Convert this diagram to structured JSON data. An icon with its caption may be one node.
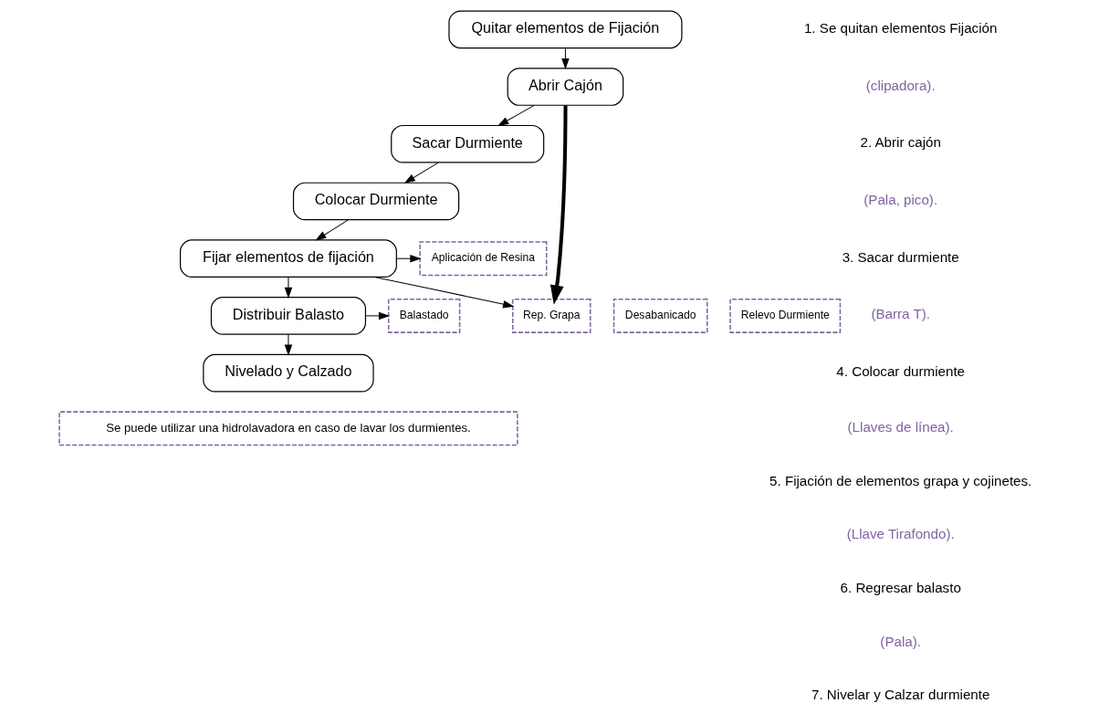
{
  "diagram": {
    "nodes": [
      {
        "text": [
          "Quitar elementos de Fijación"
        ]
      },
      {
        "text": [
          "Abrir Cajón"
        ]
      },
      {
        "text": [
          "Sacar Durmiente"
        ]
      },
      {
        "text": [
          "Colocar Durmiente"
        ]
      },
      {
        "text": [
          "Fijar elementos de fijación"
        ]
      },
      {
        "text": [
          "Distribuir Balasto"
        ]
      },
      {
        "text": [
          "Nivelado y Calzado"
        ]
      },
      {
        "text": [
          "Rep. Grapa"
        ]
      },
      {
        "text": [
          "Aplicación de Resina"
        ]
      },
      {
        "text": [
          "Balastado"
        ]
      },
      {
        "text": [
          "Desabanicado"
        ]
      },
      {
        "text": [
          "Relevo Durmiente"
        ]
      },
      {
        "text": [
          "Se puede utilizar una hidrolavadora en caso de lavar los durmientes."
        ]
      }
    ],
    "edges": [
      {
        "from": 0,
        "to": 1,
        "arrow": "to"
      },
      {
        "from": 1,
        "to": 2,
        "arrow": "to"
      },
      {
        "from": 2,
        "to": 3,
        "arrow": "to"
      },
      {
        "from": 3,
        "to": 4,
        "arrow": "to"
      },
      {
        "from": 4,
        "to": 5,
        "arrow": "to"
      },
      {
        "from": 5,
        "to": 6,
        "arrow": "to"
      },
      {
        "from": 1,
        "to": 7,
        "arrow": "to",
        "style": "thick"
      },
      {
        "from": 4,
        "to": 7,
        "arrow": "to"
      },
      {
        "from": 4,
        "to": 8,
        "arrow": "to"
      },
      {
        "from": 5,
        "to": 9,
        "arrow": "to"
      }
    ],
    "labels": [
      "1. Se quitan elementos Fijación",
      "(clipadora).",
      "2. Abrir cajón",
      "(Pala, pico).",
      "3. Sacar durmiente",
      "(Barra T).",
      "4. Colocar durmiente",
      "(Llaves de línea).",
      "5. Fijación de elementos grapa y cojinetes.",
      "(Llave Tirafondo).",
      "6. Regresar balasto",
      "(Pala).",
      "7. Nivelar y Calzar durmiente"
    ]
  }
}
